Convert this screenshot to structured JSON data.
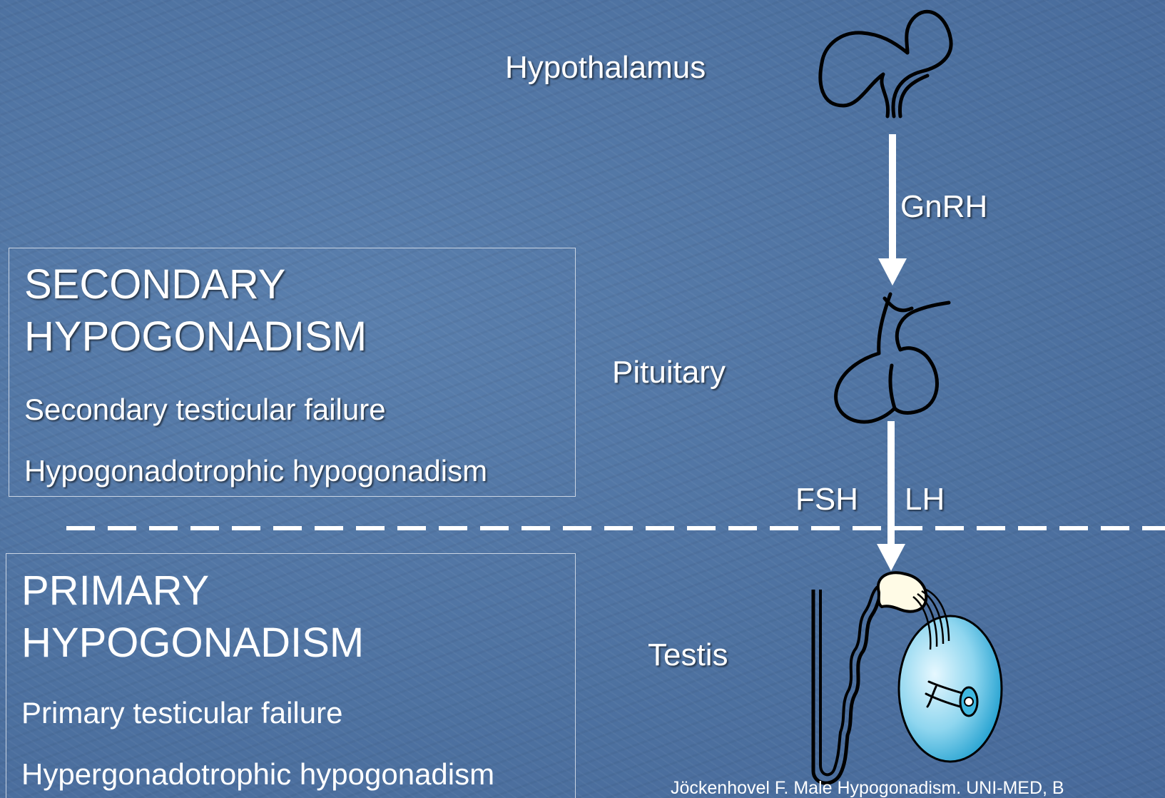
{
  "organs": {
    "hypothalamus": "Hypothalamus",
    "pituitary": "Pituitary",
    "testis": "Testis"
  },
  "hormones": {
    "gnrh": "GnRH",
    "fsh": "FSH",
    "lh": "LH"
  },
  "secondary": {
    "title_line1": "SECONDARY",
    "title_line2": "HYPOGONADISM",
    "line1": "Secondary testicular failure",
    "line2": "Hypogonadotrophic hypogonadism"
  },
  "primary": {
    "title_line1": "PRIMARY",
    "title_line2": "HYPOGONADISM",
    "line1": "Primary testicular failure",
    "line2": "Hypergonadotrophic hypogonadism"
  },
  "citation": "Jöckenhovel F. Male Hypogonadism. UNI-MED, B",
  "colors": {
    "background": "#4f73a0",
    "testis_fill": "#7fd0ec",
    "epididymis_fill": "#fffbe6"
  }
}
